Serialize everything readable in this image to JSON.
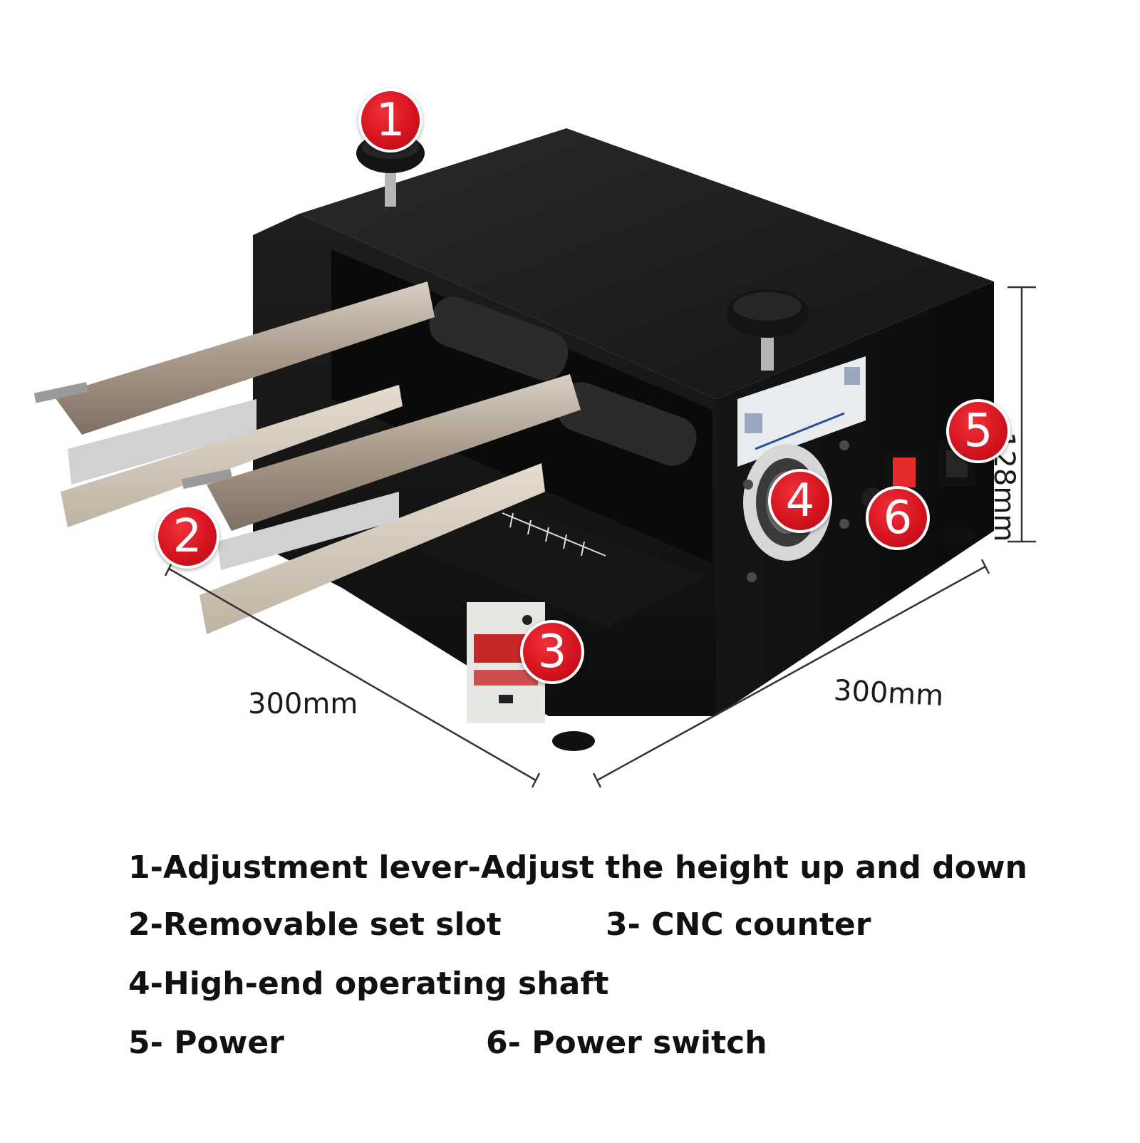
{
  "dimensions": {
    "depth": "300mm",
    "width": "300mm",
    "height": "128mm"
  },
  "markers": {
    "m1": "1",
    "m2": "2",
    "m3": "3",
    "m4": "4",
    "m5": "5",
    "m6": "6"
  },
  "legend": {
    "item1": "1-Adjustment lever-Adjust the height up and down",
    "item2": "2-Removable set slot",
    "item3": "3- CNC counter",
    "item4": "4-High-end operating shaft",
    "item5": "5- Power",
    "item6": "6- Power switch"
  },
  "colors": {
    "marker_red": "#d4141e",
    "machine_body": "#1b1b1b",
    "steel": "#b9ad9c",
    "switch_red": "#e52b2b"
  }
}
